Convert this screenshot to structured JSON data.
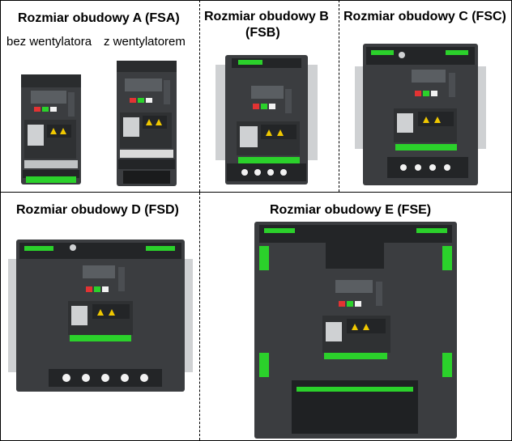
{
  "sections": {
    "fsa": {
      "title": "Rozmiar obudowy A (FSA)",
      "left_label": "bez wentylatora",
      "right_label": "z wentylatorem"
    },
    "fsb": {
      "title_line1": "Rozmiar obudowy B",
      "title_line2": "(FSB)"
    },
    "fsc": {
      "title": "Rozmiar obudowy C (FSC)"
    },
    "fsd": {
      "title": "Rozmiar obudowy D (FSD)"
    },
    "fse": {
      "title": "Rozmiar obudowy E (FSE)"
    }
  },
  "colors": {
    "body": "#3b3d40",
    "dark": "#232527",
    "panel": "#4b4e52",
    "display": "#5a5e62",
    "green": "#2bd12b",
    "red": "#e23333",
    "white": "#f2f2f2",
    "yellow": "#f0c800",
    "mount": "#cfd1d3"
  },
  "icons": [
    "inverter-fsa-no-fan",
    "inverter-fsa-fan",
    "inverter-fsb",
    "inverter-fsc",
    "inverter-fsd",
    "inverter-fse"
  ]
}
